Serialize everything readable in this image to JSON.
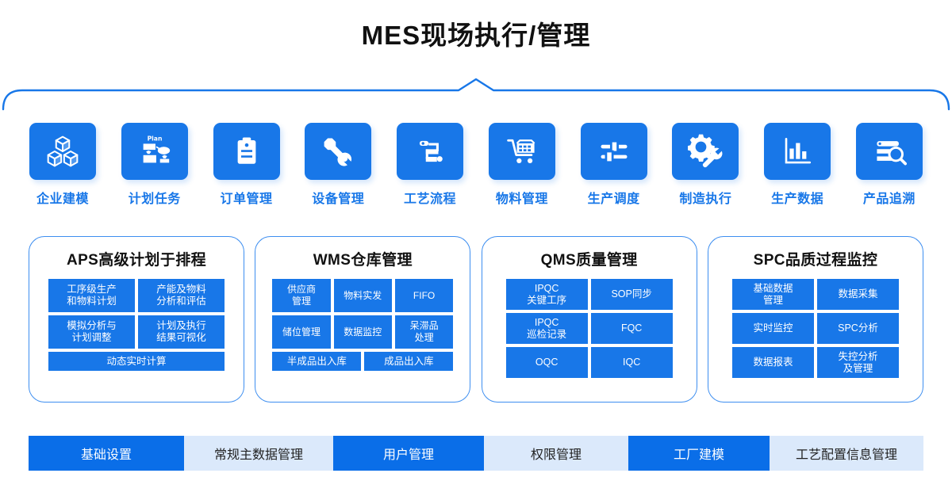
{
  "header": {
    "title": "MES现场执行/管理"
  },
  "icon_row": [
    {
      "label": "企业建模",
      "icon": "cubes-icon"
    },
    {
      "label": "计划任务",
      "icon": "plan-flowchart-icon"
    },
    {
      "label": "订单管理",
      "icon": "clipboard-icon"
    },
    {
      "label": "设备管理",
      "icon": "wrench-screwdriver-icon"
    },
    {
      "label": "工艺流程",
      "icon": "process-flow-icon"
    },
    {
      "label": "物料管理",
      "icon": "shopping-cart-icon"
    },
    {
      "label": "生产调度",
      "icon": "sliders-icon"
    },
    {
      "label": "制造执行",
      "icon": "gear-wrench-icon"
    },
    {
      "label": "生产数据",
      "icon": "bar-chart-icon"
    },
    {
      "label": "产品追溯",
      "icon": "document-search-icon"
    }
  ],
  "panels": [
    {
      "title": "APS高级计划于排程",
      "tiles": [
        "工序级生产\n和物料计划",
        "产能及物料\n分析和评估",
        "模拟分析与\n计划调整",
        "计划及执行\n结果可视化",
        "动态实时计算"
      ]
    },
    {
      "title": "WMS仓库管理",
      "tiles": [
        "供应商\n管理",
        "物料实发",
        "FIFO",
        "储位管理",
        "数据监控",
        "呆滞品\n处理",
        "半成品出入库",
        "成品出入库"
      ]
    },
    {
      "title": "QMS质量管理",
      "tiles": [
        "IPQC\n关键工序",
        "SOP同步",
        "IPQC\n巡检记录",
        "FQC",
        "OQC",
        "IQC"
      ]
    },
    {
      "title": "SPC品质过程监控",
      "tiles": [
        "基础数据\n管理",
        "数据采集",
        "实时监控",
        "SPC分析",
        "数据报表",
        "失控分析\n及管理"
      ]
    }
  ],
  "bottom_bar": [
    {
      "label": "基础设置",
      "active": true
    },
    {
      "label": "常规主数据管理",
      "active": false
    },
    {
      "label": "用户管理",
      "active": true
    },
    {
      "label": "权限管理",
      "active": false
    },
    {
      "label": "工厂建模",
      "active": true
    },
    {
      "label": "工艺配置信息管理",
      "active": false
    }
  ],
  "colors": {
    "brand_blue": "#1877e8",
    "bar_active": "#0a6ee8",
    "bar_inactive": "#dbe9fb",
    "panel_border": "#3d8ef0",
    "title_text": "#111111"
  }
}
